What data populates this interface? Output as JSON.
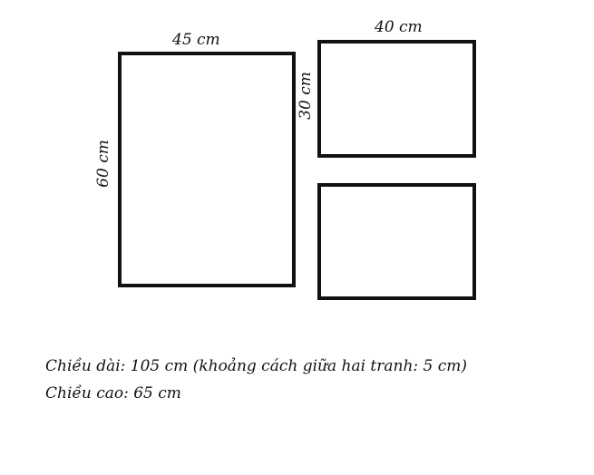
{
  "frames": [
    {
      "id": "large",
      "width_label": "45 cm",
      "height_label": "60 cm"
    },
    {
      "id": "top-right",
      "width_label": "40 cm",
      "height_label": "30 cm"
    },
    {
      "id": "bottom-right"
    }
  ],
  "notes": {
    "length": "Chiều dài: 105 cm (khoảng cách giữa hai tranh: 5 cm)",
    "height": "Chiều cao: 65 cm"
  },
  "colors": {
    "stroke": "#111111",
    "background": "#ffffff"
  }
}
